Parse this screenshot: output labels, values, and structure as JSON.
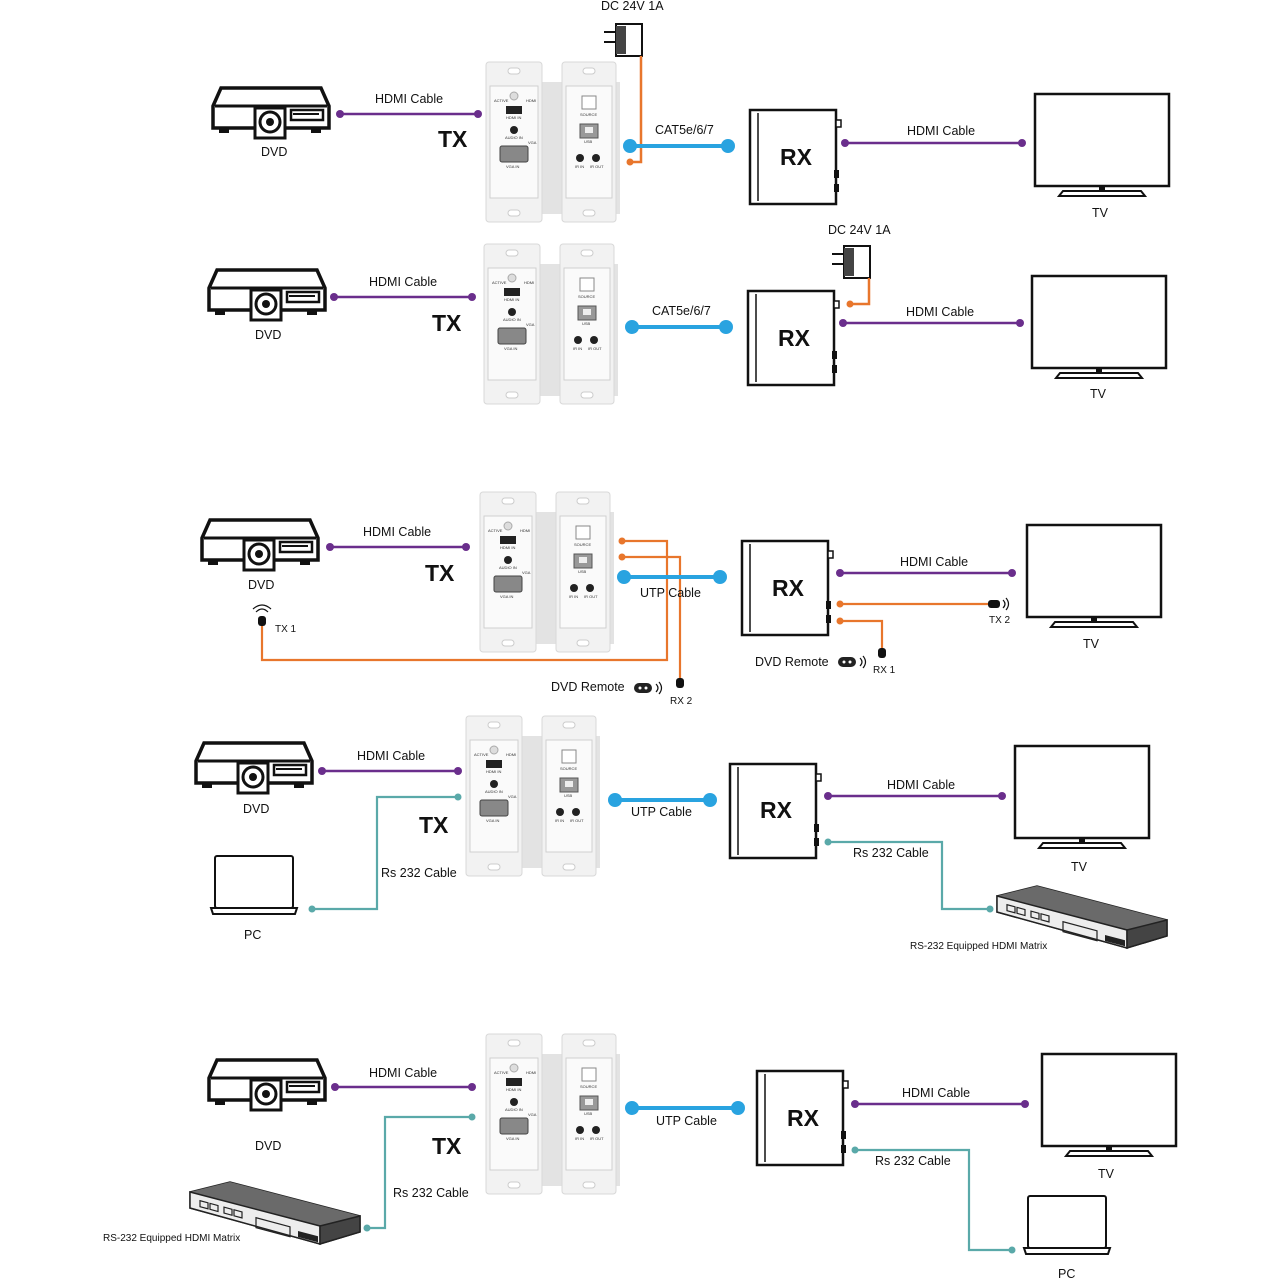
{
  "colors": {
    "hdmi": "#6a2e8c",
    "cat": "#29a3e0",
    "power": "#e8762c",
    "rs232": "#5aa9a9",
    "ir": "#e8762c"
  },
  "labels": {
    "dc": "DC 24V 1A",
    "hdmi_cable": "HDMI Cable",
    "cat": "CAT5e/6/7",
    "utp": "UTP Cable",
    "rs232": "Rs 232 Cable",
    "tx": "TX",
    "rx": "RX",
    "dvd": "DVD",
    "tv": "TV",
    "pc": "PC",
    "matrix": "RS-232 Equipped HDMI Matrix",
    "dvd_remote": "DVD Remote",
    "tx1": "TX 1",
    "tx2": "TX 2",
    "rx1": "RX 1",
    "rx2": "RX 2"
  },
  "panel_text": {
    "active": "ACTIVE",
    "hdmi": "HDMI",
    "hdmi_in": "HDMI IN",
    "audio_in": "AUDIO IN",
    "vga": "VGA",
    "vga_in": "VGA IN",
    "source": "SOURCE",
    "usb": "USB",
    "ir_in": "IR IN",
    "ir_out": "IR OUT"
  },
  "icons": [
    "dvd-player-icon",
    "tv-icon",
    "laptop-icon",
    "hdmi-matrix-icon",
    "power-adapter-icon",
    "remote-icon",
    "ir-eye-icon"
  ]
}
